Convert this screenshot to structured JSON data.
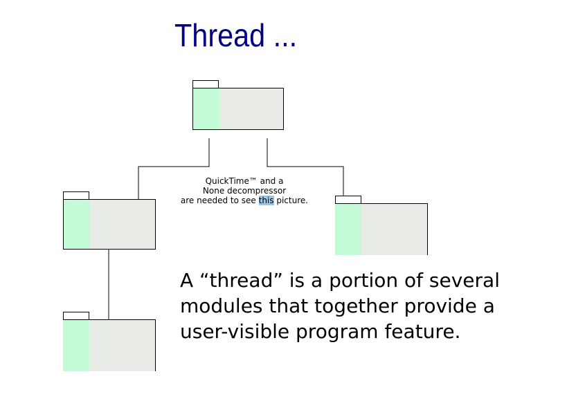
{
  "slide": {
    "title": "Thread ..."
  },
  "placeholder": {
    "line1": "QuickTime™ and a",
    "line2": "None decompressor",
    "line3_before": "are needed to see ",
    "line3_highlight": "this",
    "line3_after": " picture."
  },
  "description": {
    "line1": "A “thread” is a portion of several",
    "line2": "modules that together provide a",
    "line3": "user-visible program feature."
  },
  "colors": {
    "title": "#000080",
    "module_green": "#c4fbd7",
    "module_grey": "#e8ebe6",
    "highlight": "#9ec5e2"
  }
}
